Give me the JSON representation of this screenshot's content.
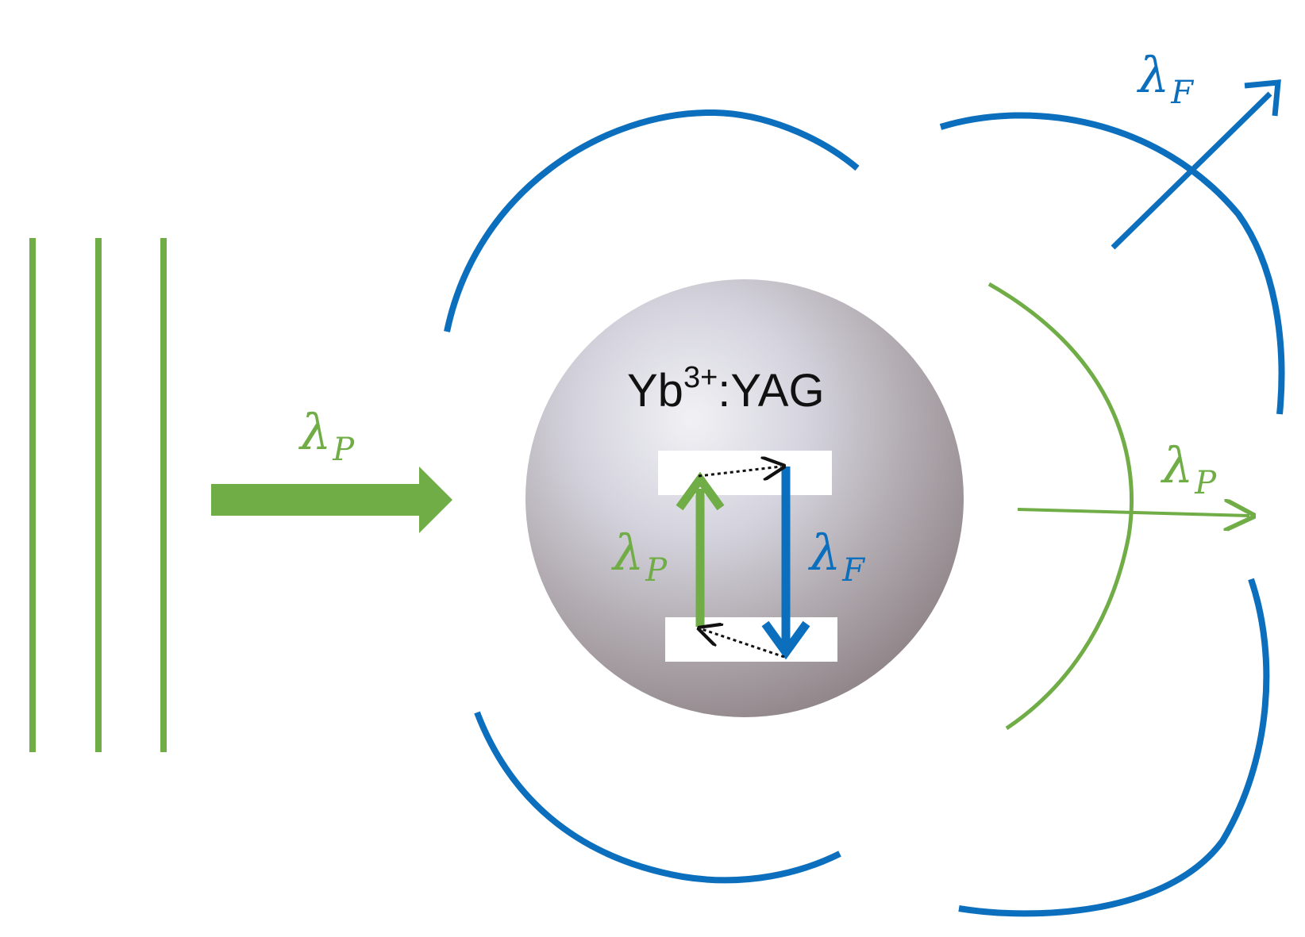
{
  "colors": {
    "green": "#70ad47",
    "blue": "#0b6fbd",
    "black": "#111111",
    "level_fill": "#ffffff"
  },
  "labels": {
    "lambda_symbol": "λ",
    "pump_sub": "P",
    "fluor_sub": "F",
    "material_base": "Yb",
    "material_sup": "3+",
    "material_rest": ":YAG"
  }
}
